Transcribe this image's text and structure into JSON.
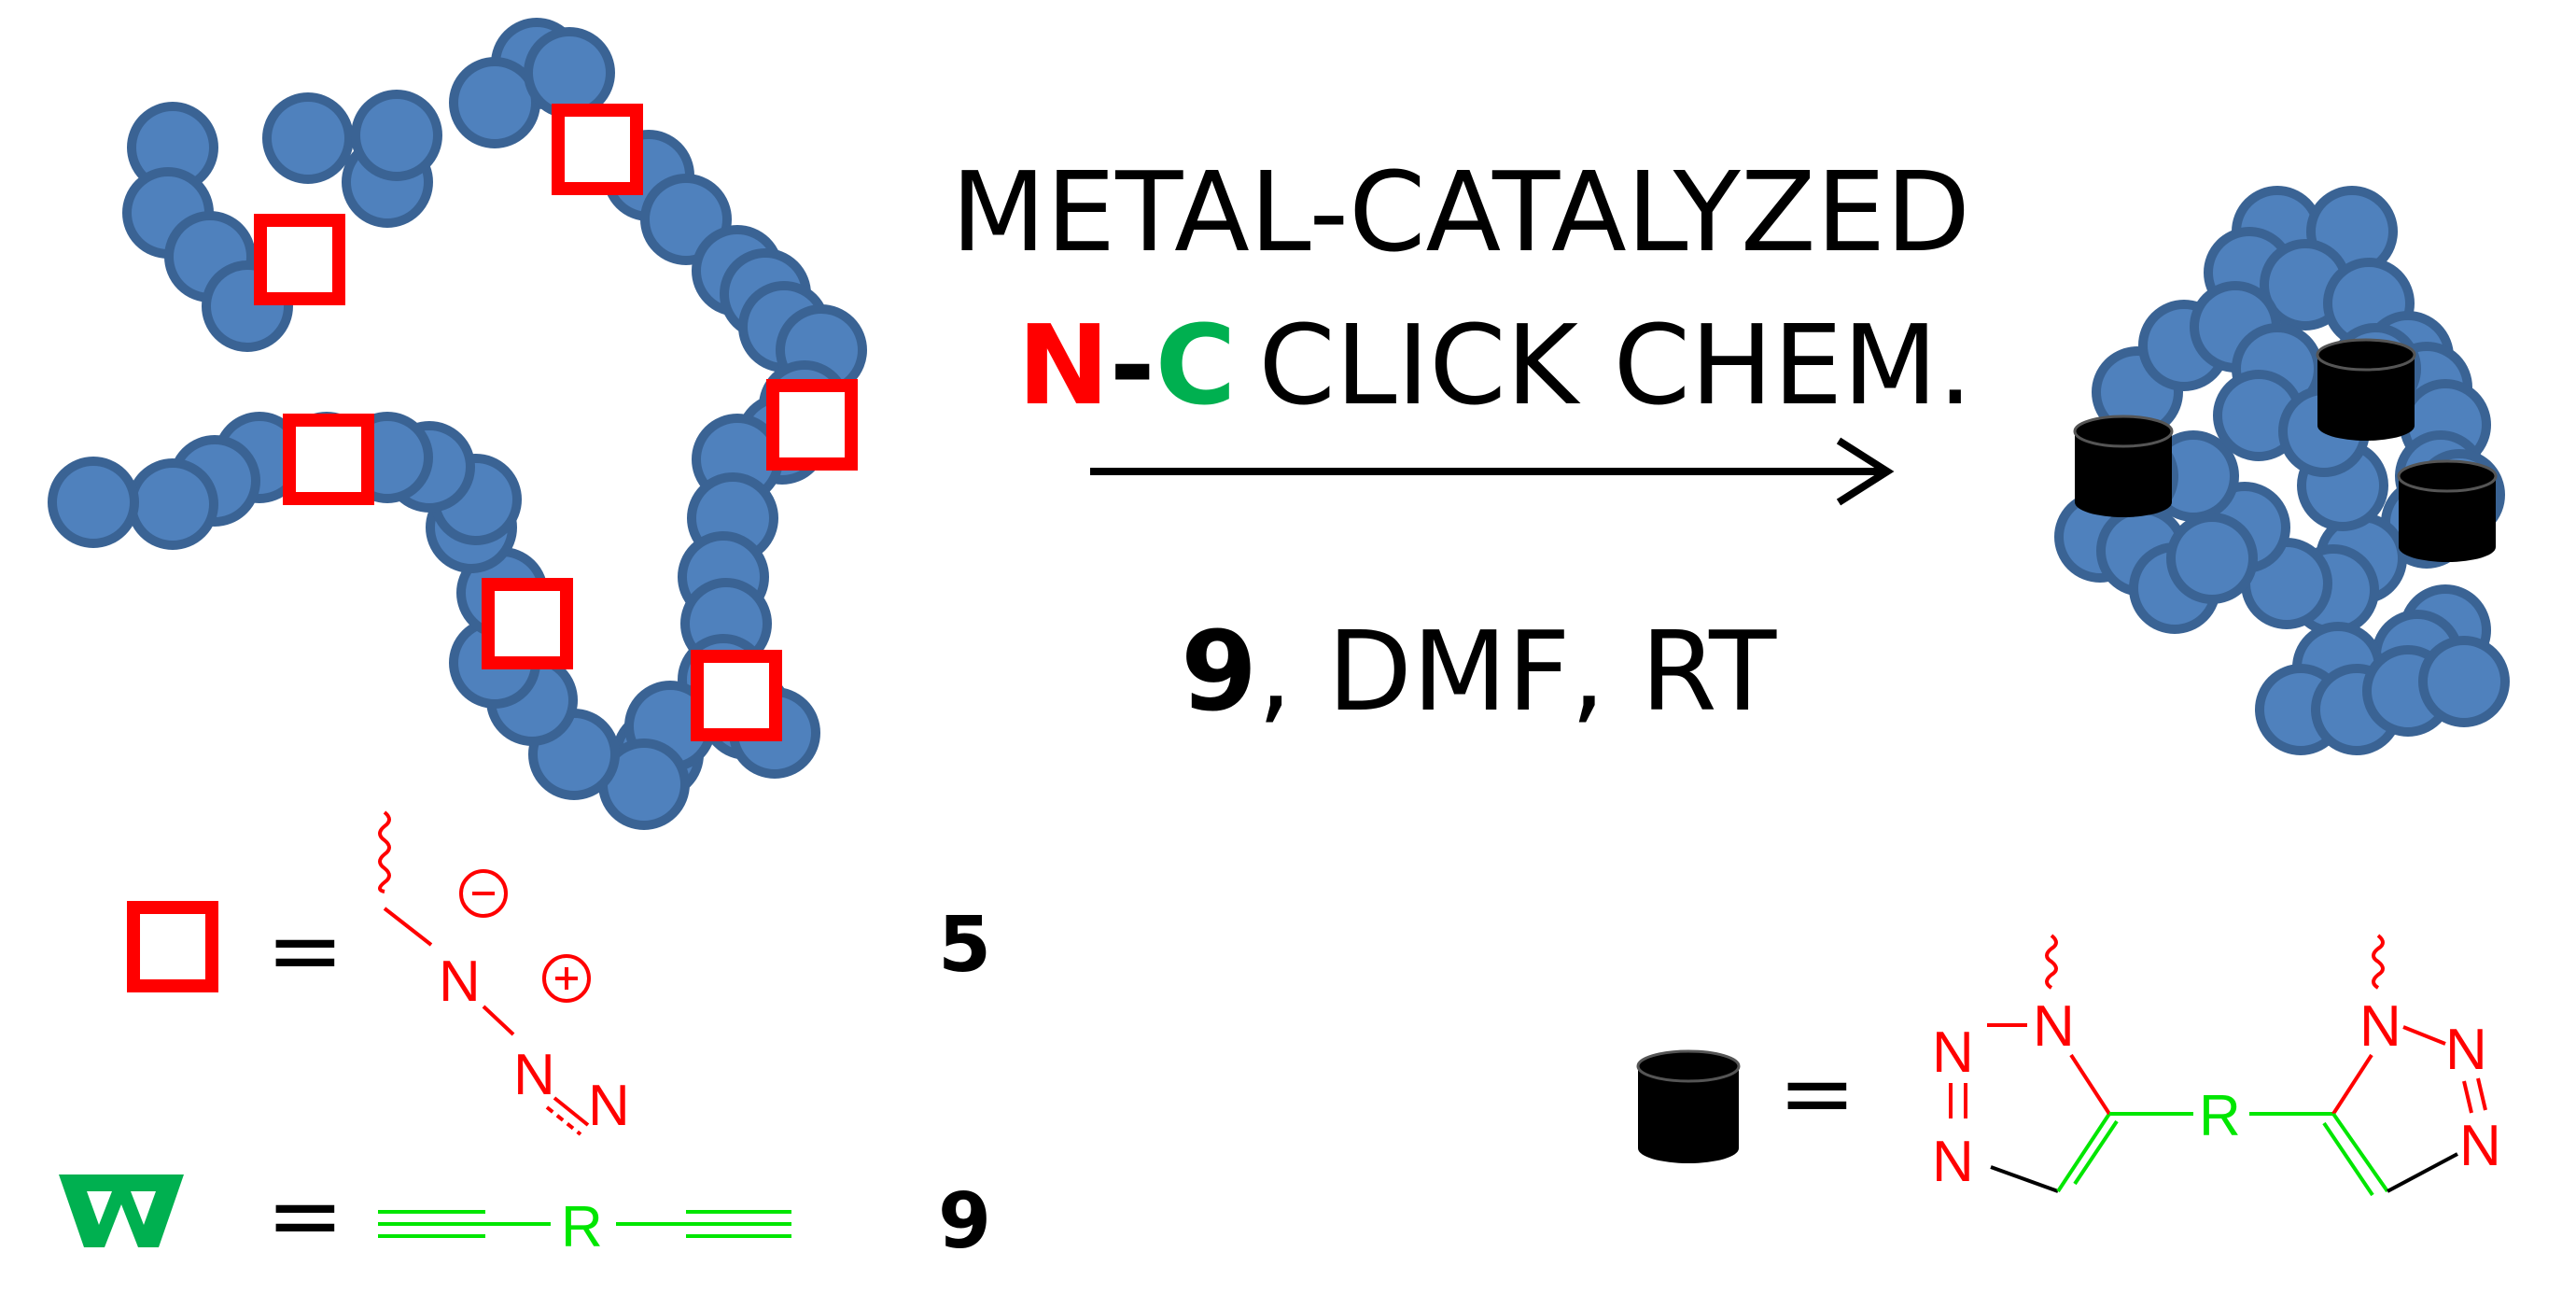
{
  "colors": {
    "bead": "#4f81bd",
    "bead_stroke": "#3a6394",
    "azide": "#ff0000",
    "alkyne": "#00e600",
    "dialkyne_symbol": "#00b050",
    "click_c": "#00b050",
    "cylinder": "#000000"
  },
  "reaction": {
    "line1": "METAL-CATALYZED",
    "n_letter": "N",
    "dash": "-",
    "c_letter": "C",
    "line2_rest": "CLICK CHEM.",
    "conditions_num": "9",
    "conditions_rest": ", DMF, RT"
  },
  "legend": {
    "azide": {
      "equals": "=",
      "compound_number": "5",
      "atoms": [
        "N",
        "N",
        "N"
      ],
      "charges": [
        "⊖",
        "⊕"
      ]
    },
    "dialkyne": {
      "equals": "=",
      "linker": "R",
      "compound_number": "9"
    },
    "triazole": {
      "equals": "=",
      "linker": "R",
      "left_ring_atoms": [
        "N",
        "N",
        "N"
      ],
      "right_ring_atoms": [
        "N",
        "N",
        "N"
      ]
    }
  }
}
